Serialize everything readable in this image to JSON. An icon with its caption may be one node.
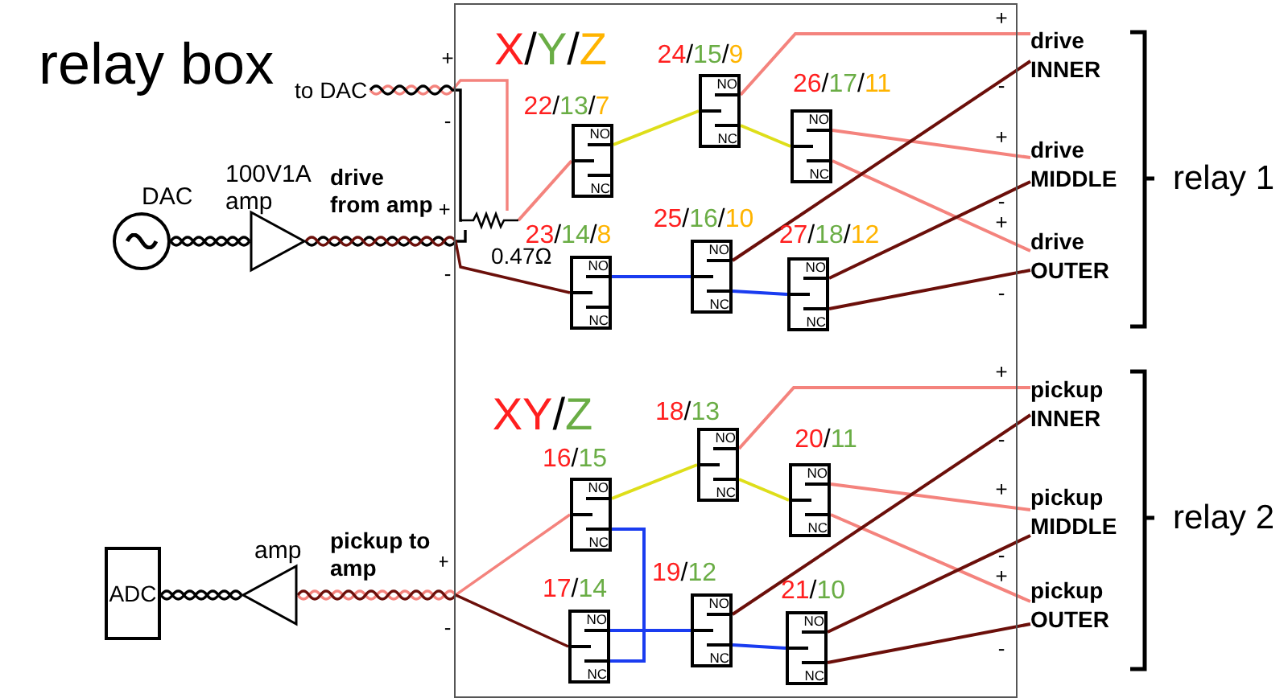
{
  "diagram": {
    "title": "relay box",
    "nodes": [
      {
        "text": [],
        "shape": "box"
      },
      {
        "text": [
          "to DAC"
        ]
      },
      {
        "text": [],
        "shape": "circle",
        "beside": [
          "DAC"
        ]
      },
      {
        "text": [],
        "shape": "triangle",
        "beside": [
          "100V1A amp"
        ]
      },
      {
        "text": [],
        "shape": "resistor",
        "beside": [
          "0.47Ω"
        ],
        "in": 0
      },
      {
        "text": [
          "NO",
          "NC"
        ],
        "beside": [
          "22/13/7"
        ],
        "in": 0
      },
      {
        "text": [
          "NO",
          "NC"
        ],
        "beside": [
          "24/15/9"
        ],
        "in": 0
      },
      {
        "text": [
          "NO",
          "NC"
        ],
        "beside": [
          "26/17/11"
        ],
        "in": 0
      },
      {
        "text": [
          "NO",
          "NC"
        ],
        "beside": [
          "23/14/8"
        ],
        "in": 0
      },
      {
        "text": [
          "NO",
          "NC"
        ],
        "beside": [
          "25/16/10"
        ],
        "in": 0
      },
      {
        "text": [
          "NO",
          "NC"
        ],
        "beside": [
          "27/18/12"
        ],
        "in": 0
      },
      {
        "text": [
          "drive INNER"
        ]
      },
      {
        "text": [
          "drive MIDDLE"
        ]
      },
      {
        "text": [
          "drive OUTER"
        ]
      },
      {
        "text": [
          "ADC"
        ]
      },
      {
        "text": [],
        "shape": "triangle",
        "beside": [
          "amp"
        ]
      },
      {
        "text": [
          "NO",
          "NC"
        ],
        "beside": [
          "16/15"
        ],
        "in": 0
      },
      {
        "text": [
          "NO",
          "NC"
        ],
        "beside": [
          "18/13"
        ],
        "in": 0
      },
      {
        "text": [
          "NO",
          "NC"
        ],
        "beside": [
          "20/11"
        ],
        "in": 0
      },
      {
        "text": [
          "NO",
          "NC"
        ],
        "beside": [
          "17/14"
        ],
        "in": 0
      },
      {
        "text": [
          "NO",
          "NC"
        ],
        "beside": [
          "19/12"
        ],
        "in": 0
      },
      {
        "text": [
          "NO",
          "NC"
        ],
        "beside": [
          "21/10"
        ],
        "in": 0
      },
      {
        "text": [
          "pickup INNER"
        ]
      },
      {
        "text": [
          "pickup MIDDLE"
        ]
      },
      {
        "text": [
          "pickup OUTER"
        ]
      }
    ],
    "edges": [
      {
        "from": 2,
        "to": 3,
        "arrow": "none",
        "color": "#000000"
      },
      {
        "from": 1,
        "to": 4,
        "arrow": "none",
        "color": "#f4837d"
      },
      {
        "from": 1,
        "to": 4,
        "arrow": "none",
        "color": "#000000"
      },
      {
        "from": 3,
        "to": 4,
        "arrow": "none",
        "color": "#000000",
        "label": "drive from amp"
      },
      {
        "from": 3,
        "to": 8,
        "arrow": "none",
        "color": "#6b0f0a"
      },
      {
        "from": 4,
        "to": 5,
        "arrow": "none",
        "color": "#f4837d"
      },
      {
        "from": 5,
        "to": 6,
        "arrow": "none",
        "color": "#dede1a"
      },
      {
        "from": 6,
        "to": 11,
        "arrow": "none",
        "color": "#f4837d"
      },
      {
        "from": 6,
        "to": 7,
        "arrow": "none",
        "color": "#dede1a"
      },
      {
        "from": 7,
        "to": 12,
        "arrow": "none",
        "color": "#f4837d"
      },
      {
        "from": 7,
        "to": 13,
        "arrow": "none",
        "color": "#f4837d"
      },
      {
        "from": 8,
        "to": 9,
        "arrow": "none",
        "color": "#1a3cf0"
      },
      {
        "from": 9,
        "to": 11,
        "arrow": "none",
        "color": "#6b0f0a"
      },
      {
        "from": 9,
        "to": 10,
        "arrow": "none",
        "color": "#1a3cf0"
      },
      {
        "from": 10,
        "to": 12,
        "arrow": "none",
        "color": "#6b0f0a"
      },
      {
        "from": 10,
        "to": 13,
        "arrow": "none",
        "color": "#6b0f0a"
      },
      {
        "from": 16,
        "to": 15,
        "arrow": "none",
        "color": "#f4837d",
        "label": "pickup to amp"
      },
      {
        "from": 19,
        "to": 15,
        "arrow": "none",
        "color": "#6b0f0a"
      },
      {
        "from": 15,
        "to": 14,
        "arrow": "none",
        "color": "#000000"
      },
      {
        "from": 16,
        "to": 17,
        "arrow": "none",
        "color": "#dede1a"
      },
      {
        "from": 16,
        "to": 19,
        "arrow": "none",
        "color": "#1a3cf0"
      },
      {
        "from": 19,
        "to": 20,
        "arrow": "none",
        "color": "#1a3cf0"
      },
      {
        "from": 17,
        "to": 22,
        "arrow": "none",
        "color": "#f4837d"
      },
      {
        "from": 17,
        "to": 18,
        "arrow": "none",
        "color": "#dede1a"
      },
      {
        "from": 18,
        "to": 23,
        "arrow": "none",
        "color": "#f4837d"
      },
      {
        "from": 18,
        "to": 24,
        "arrow": "none",
        "color": "#f4837d"
      },
      {
        "from": 20,
        "to": 22,
        "arrow": "none",
        "color": "#6b0f0a"
      },
      {
        "from": 20,
        "to": 21,
        "arrow": "none",
        "color": "#1a3cf0"
      },
      {
        "from": 21,
        "to": 23,
        "arrow": "none",
        "color": "#6b0f0a"
      },
      {
        "from": 21,
        "to": 24,
        "arrow": "none",
        "color": "#6b0f0a"
      }
    ],
    "labels": [
      "X/Y/Z",
      "+",
      "-",
      "+",
      "-",
      "+",
      "-",
      "+",
      "-",
      "+",
      "-",
      "relay 1",
      "XY/Z",
      "+",
      "-",
      "+",
      "-",
      "+",
      "-",
      "+",
      "-",
      "relay 2"
    ]
  }
}
